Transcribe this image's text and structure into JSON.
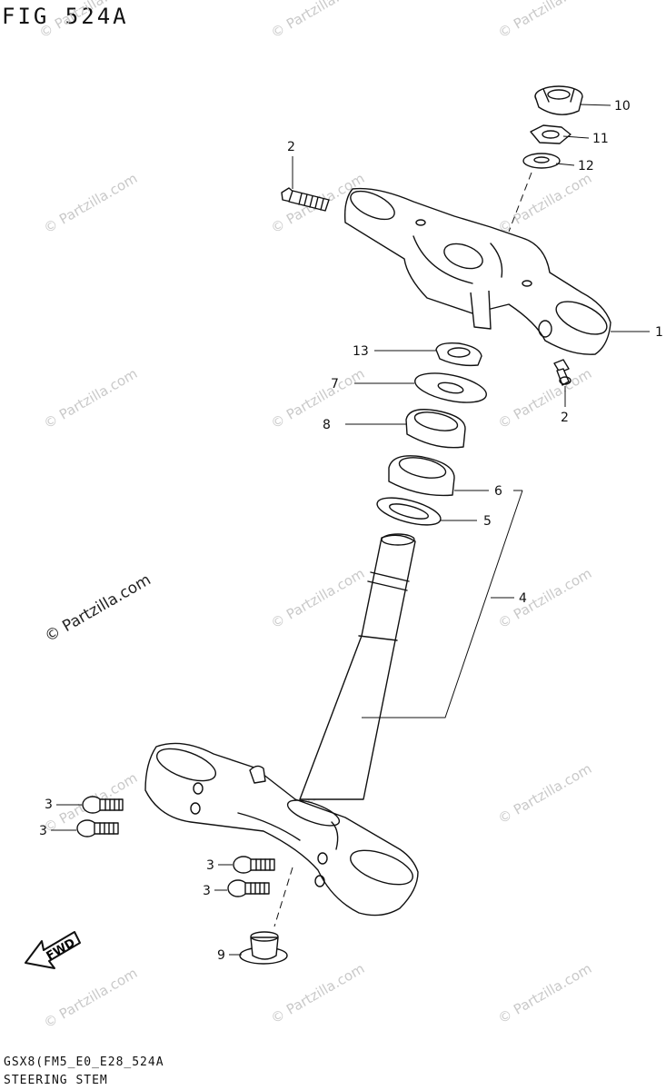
{
  "header": {
    "figure_label": "FIG 524A"
  },
  "footer": {
    "model_code": "GSX8(FM5_E0_E28_524A",
    "section_name": "STEERING STEM"
  },
  "watermark": {
    "text": "© Partzilla.com",
    "color": "#c9c9c9"
  },
  "callouts": [
    "1",
    "2",
    "2",
    "3",
    "3",
    "3",
    "3",
    "4",
    "5",
    "6",
    "7",
    "8",
    "9",
    "10",
    "11",
    "12",
    "13"
  ],
  "fwd_arrow": {
    "label": "FWD"
  }
}
